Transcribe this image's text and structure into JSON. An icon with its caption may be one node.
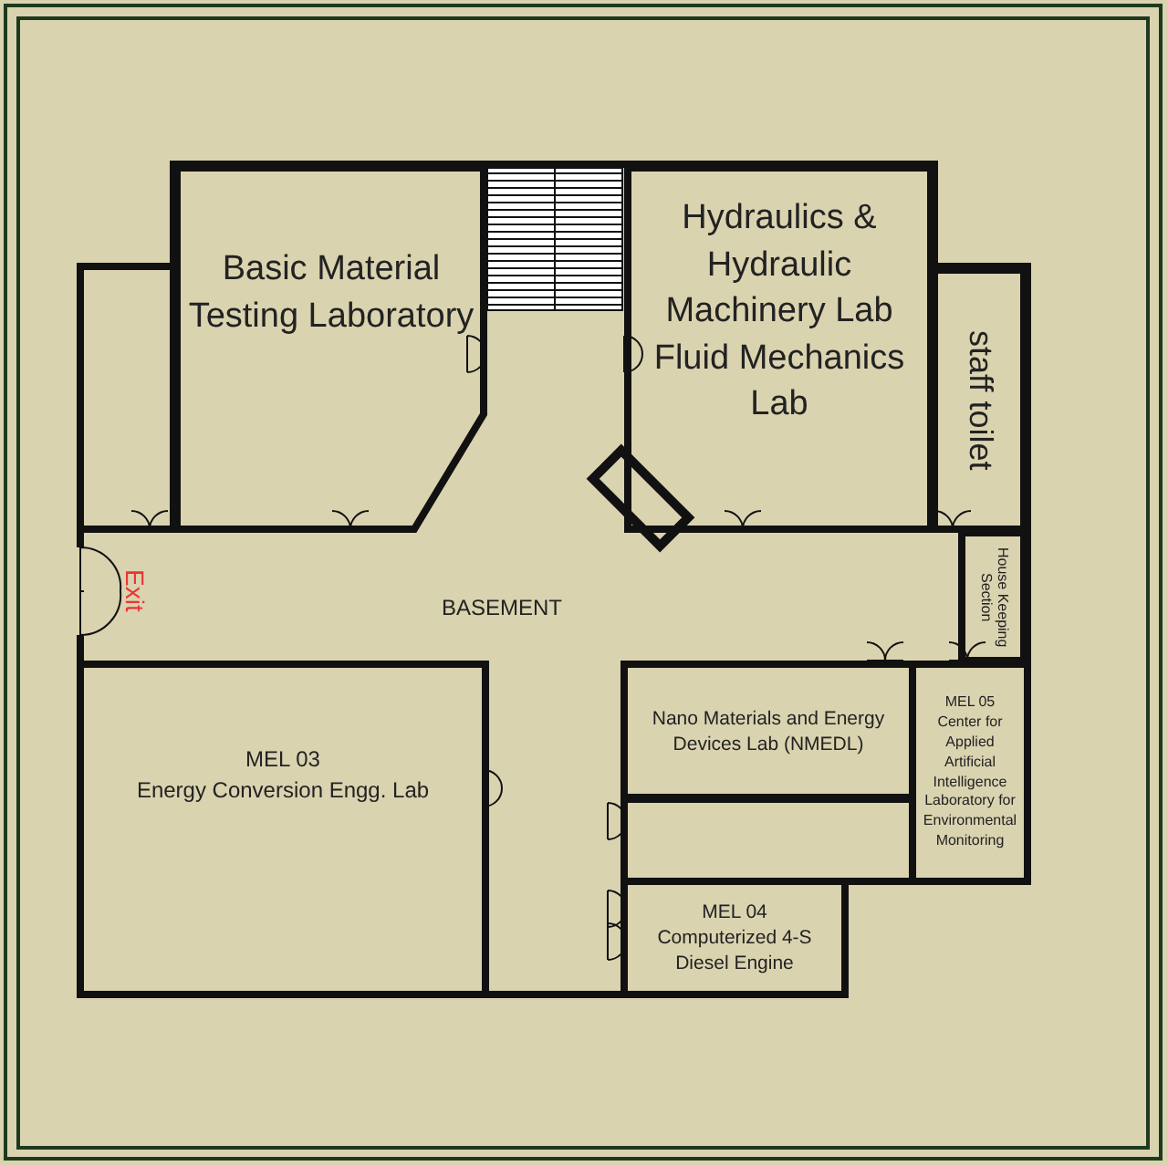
{
  "diagram": {
    "nodes": [
      {
        "text": [
          "Basic Material Testing Laboratory"
        ]
      },
      {
        "text": [
          "Hydraulics & Hydraulic Machinery Lab",
          "Fluid Mechanics Lab"
        ]
      },
      {
        "text": [
          "staff toilet"
        ]
      },
      {
        "text": [
          "House Keeping Section"
        ]
      },
      {
        "text": [
          "MEL 03",
          "Energy Conversion Engg. Lab"
        ]
      },
      {
        "text": [
          "Nano Materials and Energy Devices Lab (NMEDL)"
        ]
      },
      {
        "text": [
          "MEL 05",
          "Center for Applied Artificial Intelligence Laboratory for Environmental Monitoring"
        ]
      },
      {
        "text": [
          "MEL 04",
          "Computerized 4-S Diesel Engine"
        ]
      }
    ],
    "edges": [],
    "labels": [
      "Exit",
      "BASEMENT"
    ]
  }
}
